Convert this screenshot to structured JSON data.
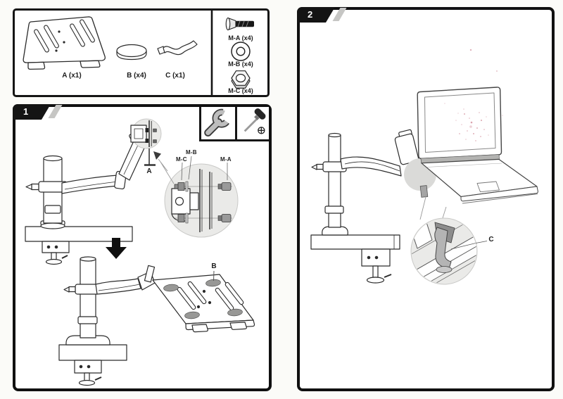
{
  "parts_box": {
    "parts": [
      {
        "label": "A (x1)",
        "name": "laptop-tray"
      },
      {
        "label": "B (x4)",
        "name": "rubber-pad"
      },
      {
        "label": "C (x1)",
        "name": "securing-hook"
      }
    ],
    "hardware": [
      {
        "label": "M-A (x4)",
        "name": "countersunk-screw"
      },
      {
        "label": "M-B (x4)",
        "name": "washer"
      },
      {
        "label": "M-C (x4)",
        "name": "hex-nut"
      }
    ]
  },
  "step1": {
    "number": "1",
    "tools": [
      "wrench",
      "phillips-screwdriver"
    ],
    "callouts": {
      "m_b": "M-B",
      "m_c": "M-C",
      "m_a": "M-A",
      "a": "A",
      "b": "B"
    }
  },
  "step2": {
    "number": "2",
    "callouts": {
      "c": "C"
    }
  },
  "colors": {
    "paper": "#fbfbf8",
    "line": "#2b2b2b",
    "panel_border": "#101010",
    "badge_bg": "#141414",
    "badge_text": "#ffffff",
    "zoom_circle_fill": "#eaeae8",
    "metal_gray": "#b4b4b4",
    "pad_gray": "#989896",
    "speckle_pink": "#c4697a"
  }
}
